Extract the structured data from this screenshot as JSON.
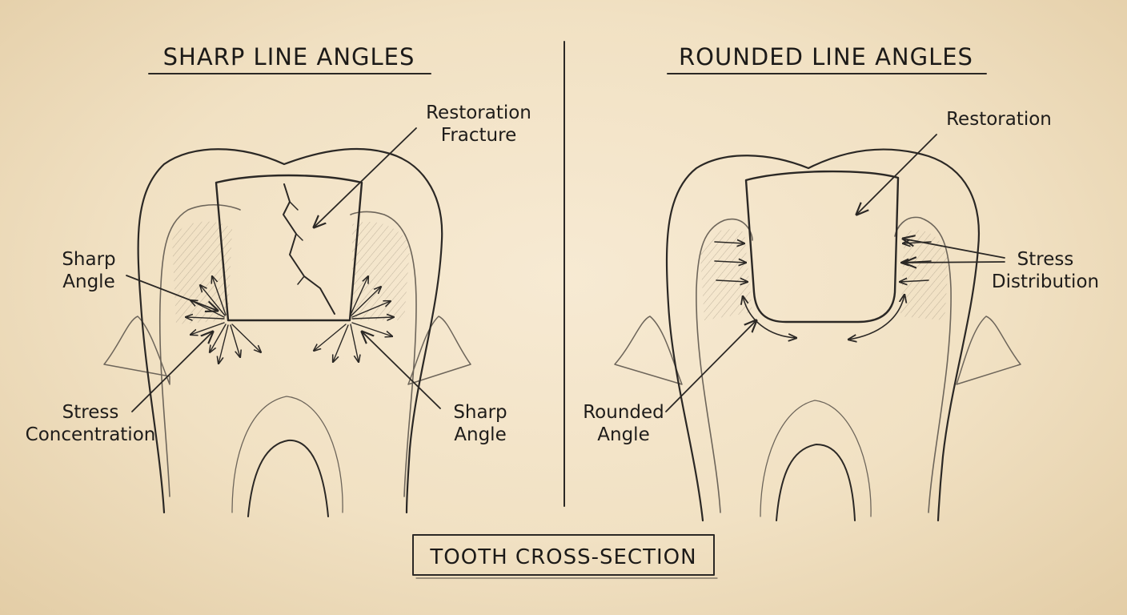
{
  "left_panel": {
    "title": "SHARP LINE ANGLES",
    "labels": {
      "restoration_fracture_line1": "Restoration",
      "restoration_fracture_line2": "Fracture",
      "sharp_angle_left_line1": "Sharp",
      "sharp_angle_left_line2": "Angle",
      "stress_concentration_line1": "Stress",
      "stress_concentration_line2": "Concentration",
      "sharp_angle_right_line1": "Sharp",
      "sharp_angle_right_line2": "Angle"
    }
  },
  "right_panel": {
    "title": "ROUNDED LINE ANGLES",
    "labels": {
      "restoration": "Restoration",
      "stress_distribution_line1": "Stress",
      "stress_distribution_line2": "Distribution",
      "rounded_angle_line1": "Rounded",
      "rounded_angle_line2": "Angle"
    }
  },
  "footer": {
    "caption": "TOOTH CROSS-SECTION"
  },
  "colors": {
    "paper": "#f3e4c8",
    "ink": "#2b2825",
    "shade": "#d9c6a3"
  }
}
